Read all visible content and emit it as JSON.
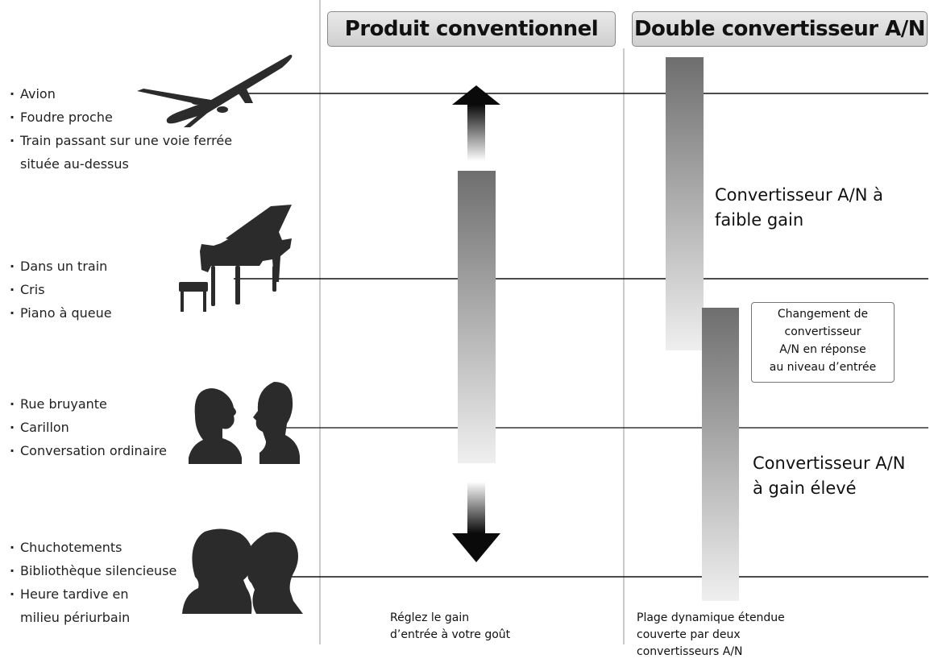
{
  "headers": {
    "conventional": "Produit conventionnel",
    "dual": "Double convertisseur A/N"
  },
  "levels": [
    {
      "icon": "airplane-icon",
      "sources": [
        "Avion",
        "Foudre proche",
        "Train passant sur une voie ferrée",
        "située au-dessus"
      ]
    },
    {
      "icon": "grand-piano-icon",
      "sources": [
        "Dans un train",
        "Cris",
        "Piano à queue"
      ]
    },
    {
      "icon": "conversation-icon",
      "sources": [
        "Rue bruyante",
        "Carillon",
        "Conversation ordinaire"
      ]
    },
    {
      "icon": "whisper-icon",
      "sources": [
        "Chuchotements",
        "Bibliothèque silencieuse",
        "Heure tardive en",
        "milieu périurbain"
      ]
    }
  ],
  "converters": {
    "low_gain": [
      "Convertisseur A/N à",
      "faible gain"
    ],
    "high_gain": [
      "Convertisseur A/N",
      "à gain élevé"
    ],
    "switch_note": [
      "Changement de",
      "convertisseur",
      "A/N en réponse",
      "au niveau d’entrée"
    ]
  },
  "captions": {
    "conventional": [
      "Réglez le gain",
      "d’entrée à votre goût"
    ],
    "dual": [
      "Plage dynamique étendue",
      "couverte par deux",
      "convertisseurs A/N"
    ]
  },
  "colors": {
    "bar_dark": "#6e6e6e",
    "bar_light": "#ececec",
    "line": "#111111",
    "divider": "#a0a0a0",
    "header_fill": "#dcdcdc"
  }
}
